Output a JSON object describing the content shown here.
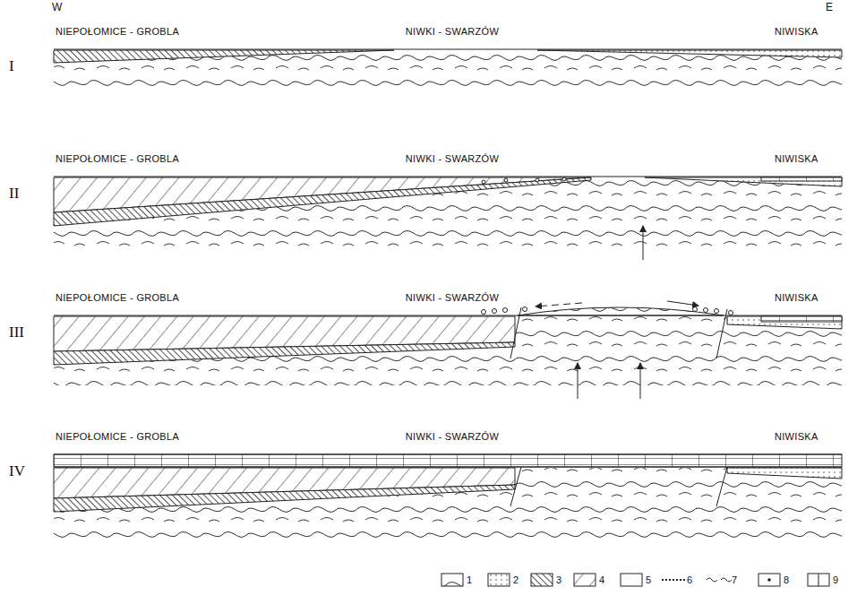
{
  "diagram": {
    "labels": [
      "W",
      "E",
      "I",
      "NIEPOŁOMICE - GROBLA",
      "NIWKI - SWARZÓW",
      "NIWISKA",
      "II",
      "NIEPOŁOMICE - GROBLA",
      "NIWKI - SWARZÓW",
      "NIWISKA",
      "III",
      "NIEPOŁOMICE - GROBLA",
      "NIWKI - SWARZÓW",
      "NIWISKA",
      "IV",
      "NIEPOŁOMICE - GROBLA",
      "NIWKI - SWARZÓW",
      "NIWISKA"
    ],
    "legend": [
      {
        "text": "1"
      },
      {
        "text": "2"
      },
      {
        "text": "3"
      },
      {
        "text": "4"
      },
      {
        "text": "5"
      },
      {
        "text": "6"
      },
      {
        "text": "7"
      },
      {
        "text": "8"
      },
      {
        "text": "9"
      }
    ]
  }
}
